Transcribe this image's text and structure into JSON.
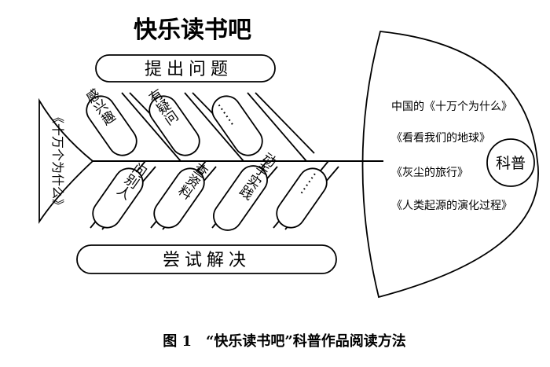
{
  "title": "快乐读书吧",
  "top_box": "提出问题",
  "bottom_box": "尝试解决",
  "tail_label": "《十万个为什么》",
  "upper_branches": [
    "感兴趣",
    "有疑问",
    "……"
  ],
  "lower_branches": [
    "问别人",
    "查资料",
    "动手实践",
    "……"
  ],
  "head_circle": "科普",
  "head_items": [
    "中国的《十万个为什么》",
    "《看看我们的地球》",
    "《灰尘的旅行》",
    "《人类起源的演化过程》"
  ],
  "caption": "图 1　“快乐读书吧”科普作品阅读方法"
}
